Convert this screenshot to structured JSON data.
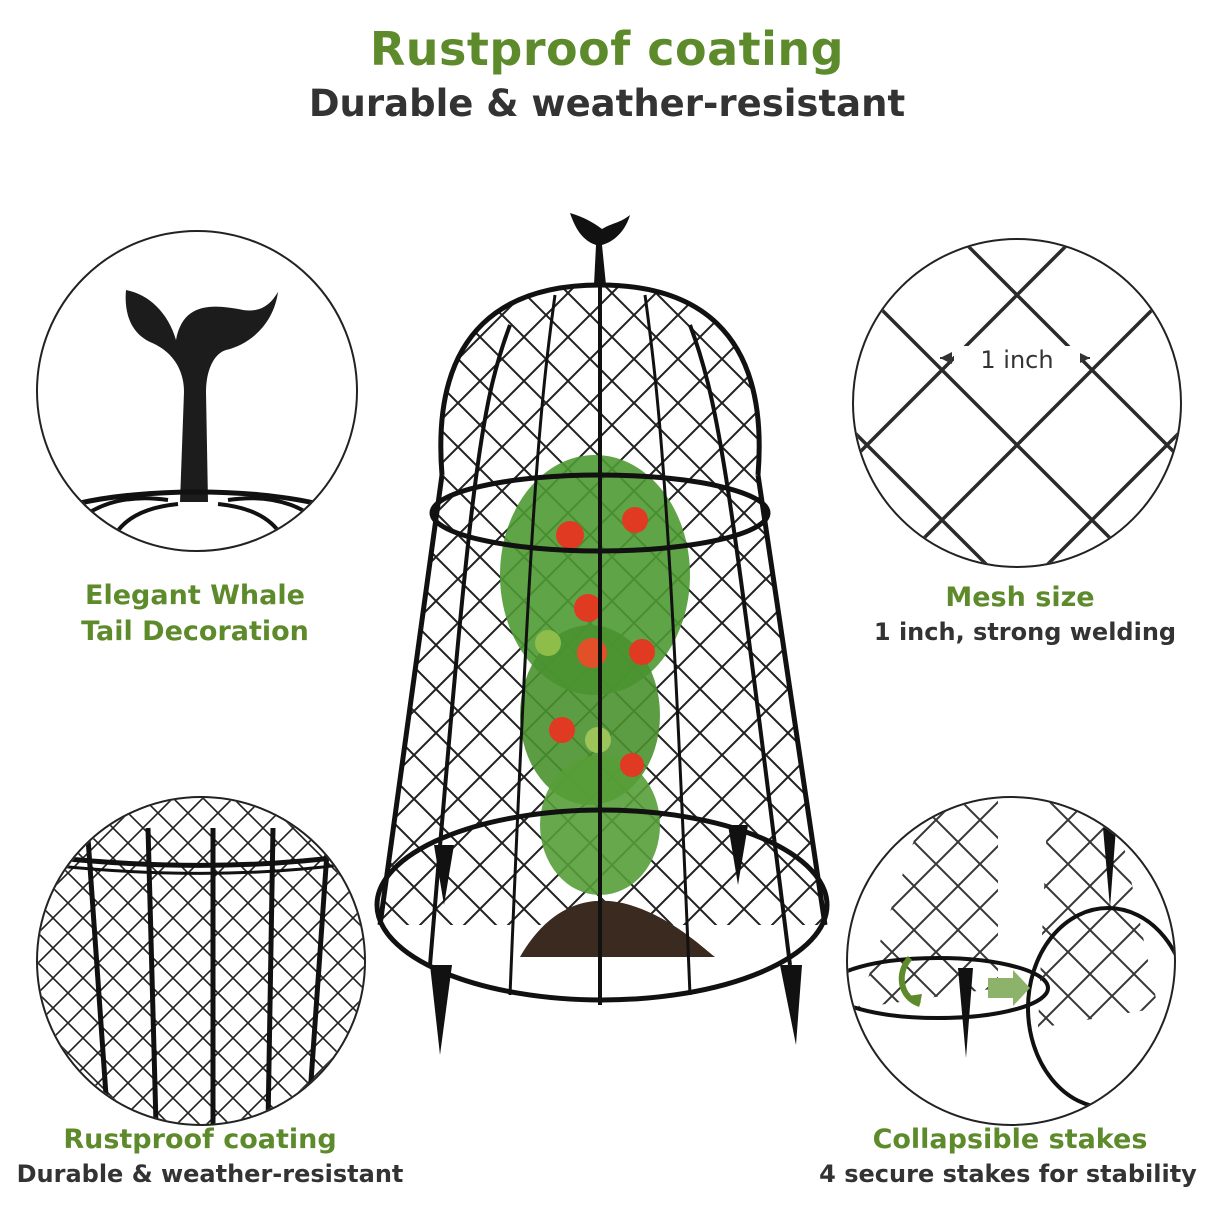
{
  "colors": {
    "accent_green": "#5d8a2b",
    "text_dark": "#333333",
    "frame": "#111111"
  },
  "header": {
    "title": "Rustproof coating",
    "subtitle": "Durable & weather-resistant"
  },
  "features": {
    "top_left": {
      "title_line1": "Elegant Whale",
      "title_line2": "Tail Decoration",
      "icon": "whale-tail-icon"
    },
    "top_right": {
      "title": "Mesh size",
      "subtitle": "1 inch, strong welding",
      "measure_label": "1 inch"
    },
    "bottom_left": {
      "title": "Rustproof coating",
      "subtitle": "Durable & weather-resistant"
    },
    "bottom_right": {
      "title": "Collapsible stakes",
      "subtitle": "4 secure stakes for stability"
    }
  }
}
